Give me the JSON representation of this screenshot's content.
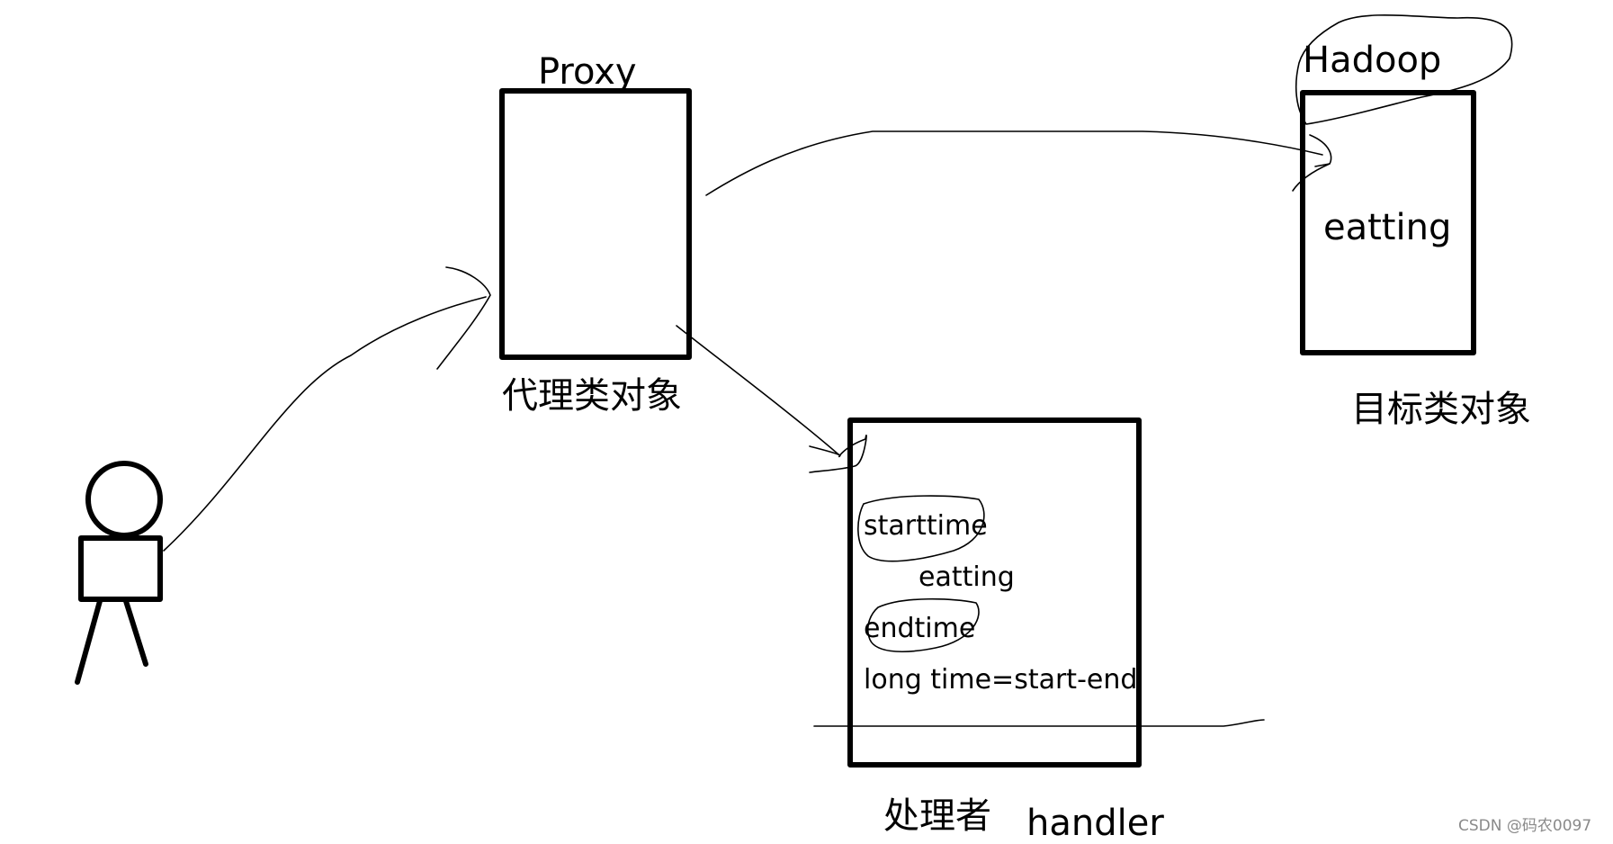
{
  "colors": {
    "ink": "#000000",
    "watermark": "#8a8a8a",
    "background": "#ffffff"
  },
  "proxy": {
    "title": "Proxy",
    "caption": "代理类对象"
  },
  "target": {
    "title": "Hadoop",
    "method": "eatting",
    "caption": "目标类对象"
  },
  "handler": {
    "lines": [
      "starttime",
      "eatting",
      "endtime",
      "long time=start-end"
    ],
    "caption_cn": "处理者",
    "caption_en": "handler"
  },
  "watermark": "CSDN @码农0097"
}
